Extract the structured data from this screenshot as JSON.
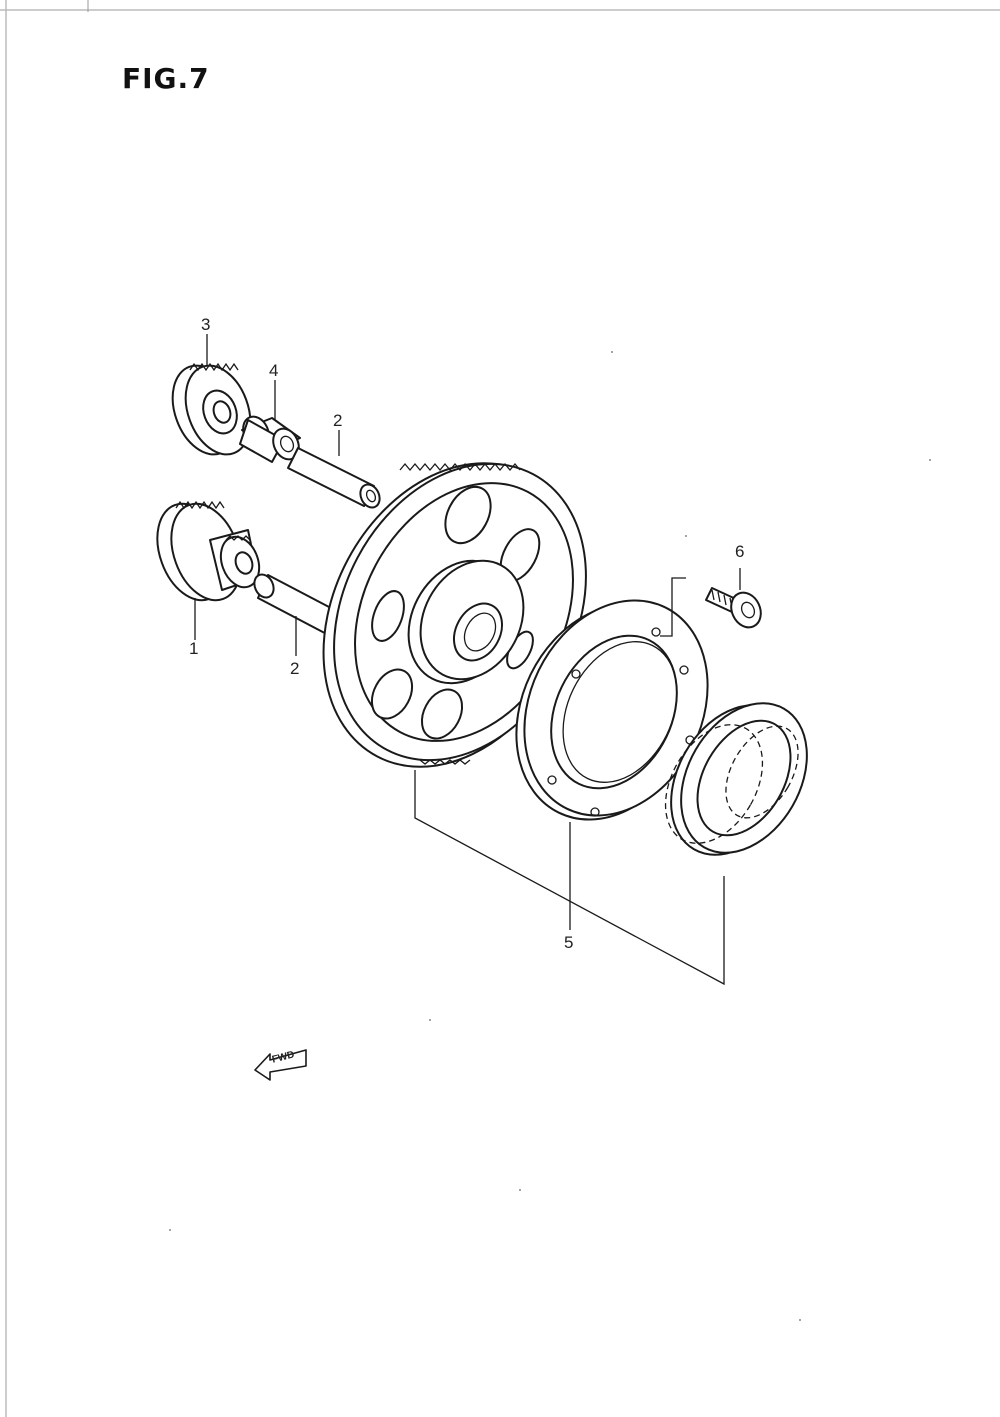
{
  "figure": {
    "title": "FIG.7"
  },
  "callouts": [
    {
      "id": "c1",
      "label": "1"
    },
    {
      "id": "c2a",
      "label": "2"
    },
    {
      "id": "c2b",
      "label": "2"
    },
    {
      "id": "c3",
      "label": "3"
    },
    {
      "id": "c4",
      "label": "4"
    },
    {
      "id": "c5",
      "label": "5"
    },
    {
      "id": "c6",
      "label": "6"
    }
  ],
  "direction_marker": {
    "label": "FWD",
    "icon": "forward-arrow-icon"
  },
  "colors": {
    "ink": "#1a1a1a",
    "paper": "#ffffff"
  }
}
